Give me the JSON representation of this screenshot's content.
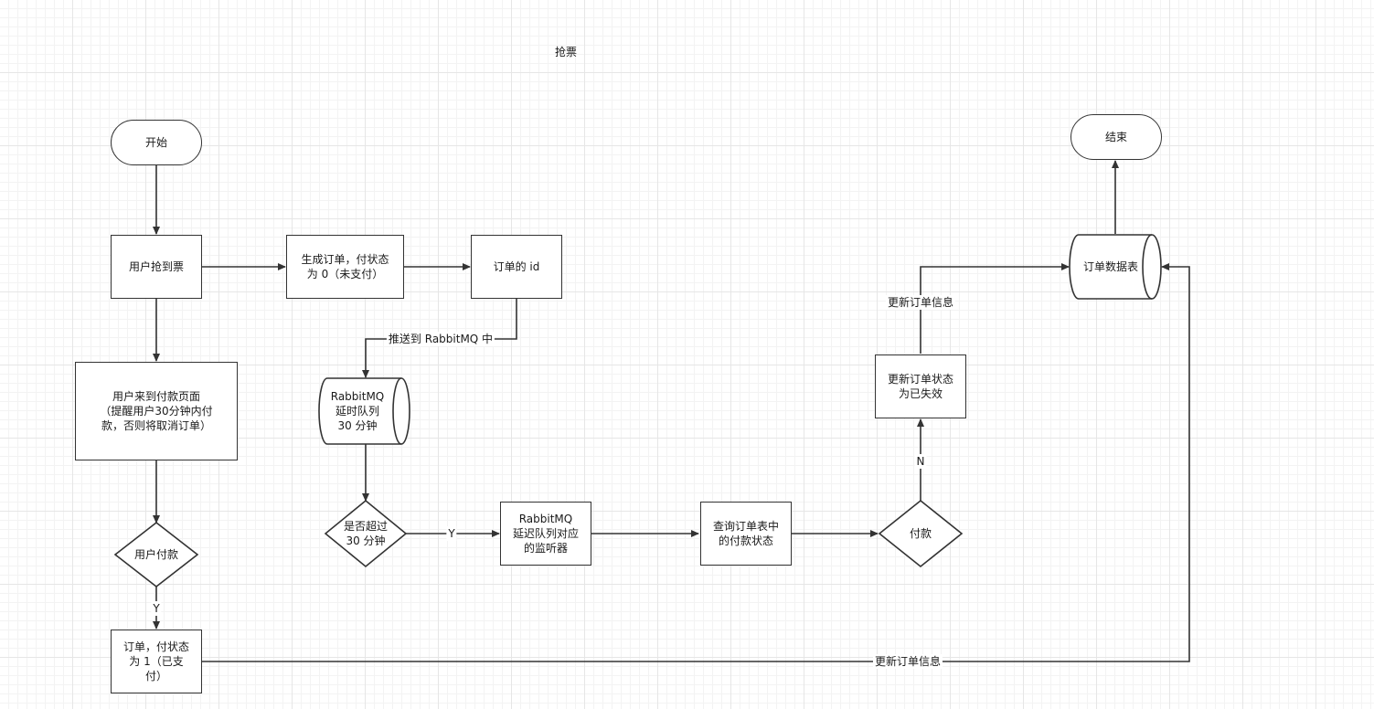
{
  "title": "抢票",
  "nodes": {
    "start": "开始",
    "end": "结束",
    "grab_ticket": "用户抢到票",
    "create_order": "生成订单，付状态\n为 0（未支付）",
    "order_id": "订单的 id",
    "pay_page": "用户来到付款页面\n（提醒用户30分钟内付\n款，否则将取消订单）",
    "user_pay": "用户付款",
    "paid_order": "订单，付状态\n为 1（已支\n付）",
    "rabbitmq_queue": "RabbitMQ\n延时队列\n30 分钟",
    "timeout_check": "是否超过\n30 分钟",
    "listener": "RabbitMQ\n延迟队列对应\n的监听器",
    "query_status": "查询订单表中\n的付款状态",
    "paid_check": "付款",
    "update_invalid": "更新订单状态\n为已失效",
    "order_table": "订单数据表"
  },
  "labels": {
    "push_mq": "推送到 RabbitMQ 中",
    "yes_pay": "Y",
    "yes_timeout": "Y",
    "no_paid": "N",
    "update_info_top": "更新订单信息",
    "update_info_bottom": "更新订单信息"
  },
  "colors": {
    "stroke": "#333333",
    "text": "#1a1a1a",
    "fill": "#ffffff"
  }
}
